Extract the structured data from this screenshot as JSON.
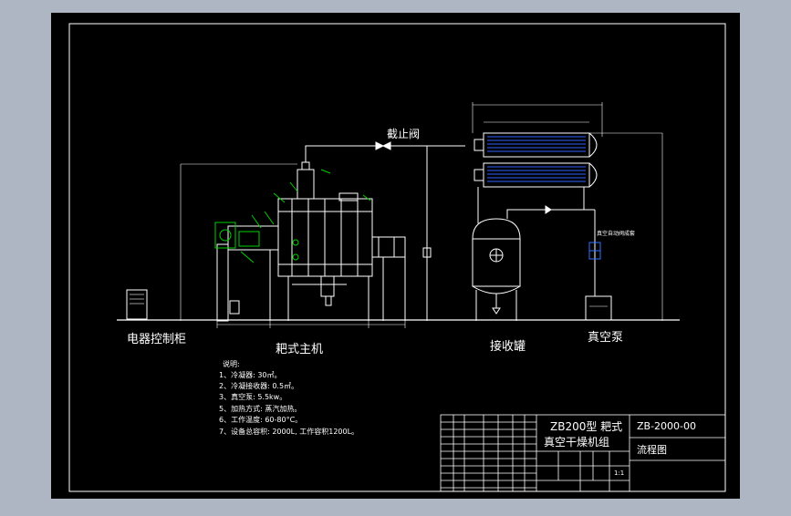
{
  "labels": {
    "shutoff_valve": "截止阀",
    "control_cabinet": "电器控制柜",
    "main_unit": "耙式主机",
    "receiver_tank": "接收罐",
    "vacuum_pump": "真空泵",
    "auto_valve": "真空自动阀成套"
  },
  "notes": {
    "title": "说明:",
    "items": [
      "1、冷凝器: 30㎡。",
      "2、冷凝接收器: 0.5㎡。",
      "3、真空泵: 5.5kw。",
      "5、加热方式: 蒸汽加热。",
      "6、工作温度: 60-80°C。",
      "7、设备总容积: 2000L, 工作容积1200L。"
    ]
  },
  "title_block": {
    "name_line1": "ZB200型 耙式",
    "name_line2": "真空干燥机组",
    "drawing_no": "ZB-2000-00",
    "drawing_name": "流程图",
    "scale": "1:1"
  },
  "colors": {
    "background": "#aeb6c4",
    "drawing": "#000000",
    "line": "#ffffff",
    "accent": "#00d000"
  }
}
